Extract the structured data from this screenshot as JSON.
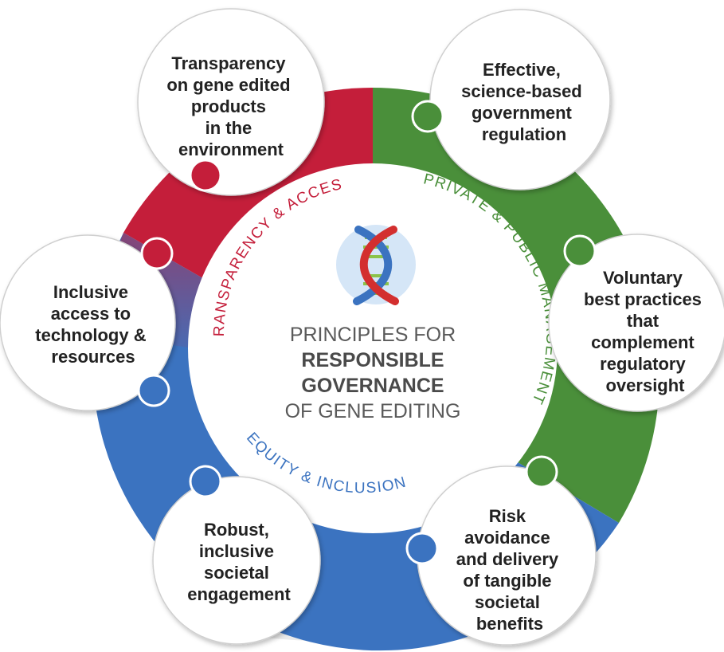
{
  "center": {
    "title_lines": [
      "PRINCIPLES FOR",
      "RESPONSIBLE",
      "GOVERNANCE",
      "OF GENE EDITING"
    ],
    "icon": "dna-icon"
  },
  "themes": [
    {
      "id": "transparency",
      "label": "TRANSPARENCY & ACCESS",
      "color": "#c41e3a"
    },
    {
      "id": "management",
      "label": "PRIVATE & PUBLIC MANAGEMENT",
      "color": "#4a8f3a"
    },
    {
      "id": "equity",
      "label": "EQUITY & INCLUSION",
      "color": "#3b73c0"
    }
  ],
  "principles": [
    {
      "id": "transparency-products",
      "lines": [
        "Transparency",
        "on gene edited",
        "products",
        "in the",
        "environment"
      ],
      "color": "#c41e3a"
    },
    {
      "id": "government-regulation",
      "lines": [
        "Effective,",
        "science-based",
        "government",
        "regulation"
      ],
      "color": "#4a8f3a"
    },
    {
      "id": "voluntary-practices",
      "lines": [
        "Voluntary",
        "best practices",
        "that",
        "complement",
        "regulatory",
        "oversight"
      ],
      "color": "#4a8f3a"
    },
    {
      "id": "risk-avoidance",
      "lines": [
        "Risk",
        "avoidance",
        "and delivery",
        "of tangible",
        "societal",
        "benefits"
      ],
      "color": "#3b73c0"
    },
    {
      "id": "societal-engagement",
      "lines": [
        "Robust,",
        "inclusive",
        "societal",
        "engagement"
      ],
      "color": "#3b73c0"
    },
    {
      "id": "inclusive-access",
      "lines": [
        "Inclusive",
        "access to",
        "technology &",
        "resources"
      ],
      "color": "#c41e3a"
    }
  ]
}
